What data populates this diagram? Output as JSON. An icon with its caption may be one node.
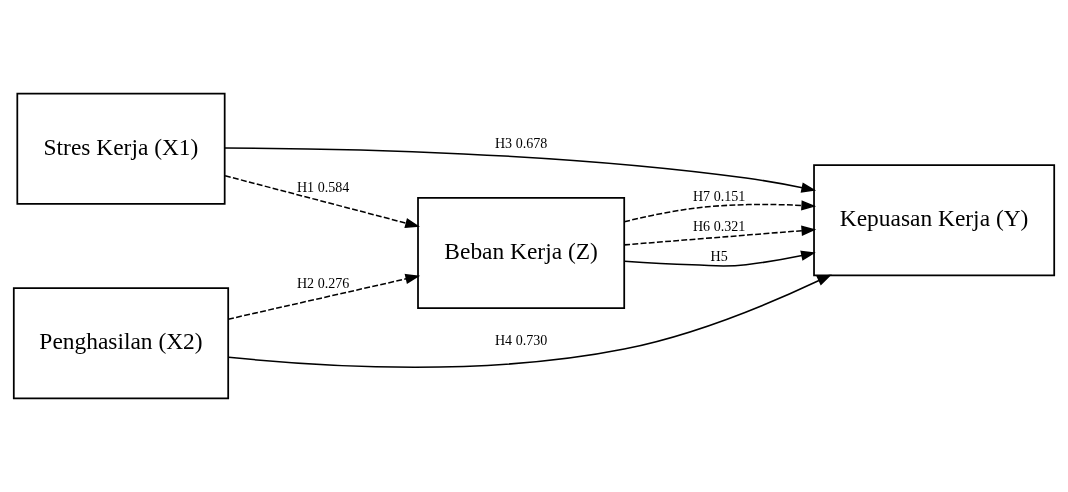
{
  "diagram": {
    "nodes": [
      {
        "text": [
          "Stres Kerja (X1)"
        ]
      },
      {
        "text": [
          "Penghasilan (X2)"
        ]
      },
      {
        "text": [
          "Beban Kerja (Z)"
        ]
      },
      {
        "text": [
          "Kepuasan Kerja (Y)"
        ]
      }
    ],
    "edges": [
      {
        "from": 0,
        "to": 3,
        "arrow": "to",
        "label": "H3 0.678"
      },
      {
        "from": 0,
        "to": 2,
        "arrow": "to",
        "label": "H1 0.584",
        "style": "dashed"
      },
      {
        "from": 1,
        "to": 2,
        "arrow": "to",
        "label": "H2 0.276",
        "style": "dashed"
      },
      {
        "from": 2,
        "to": 3,
        "arrow": "to",
        "label": "H6 0.321",
        "style": "dashed"
      },
      {
        "from": 2,
        "to": 3,
        "arrow": "to",
        "label": "H5"
      },
      {
        "from": 2,
        "to": 3,
        "arrow": "to",
        "label": "H7 0.151",
        "style": "dashed"
      },
      {
        "from": 1,
        "to": 3,
        "arrow": "to",
        "label": "H4 0.730"
      }
    ]
  }
}
